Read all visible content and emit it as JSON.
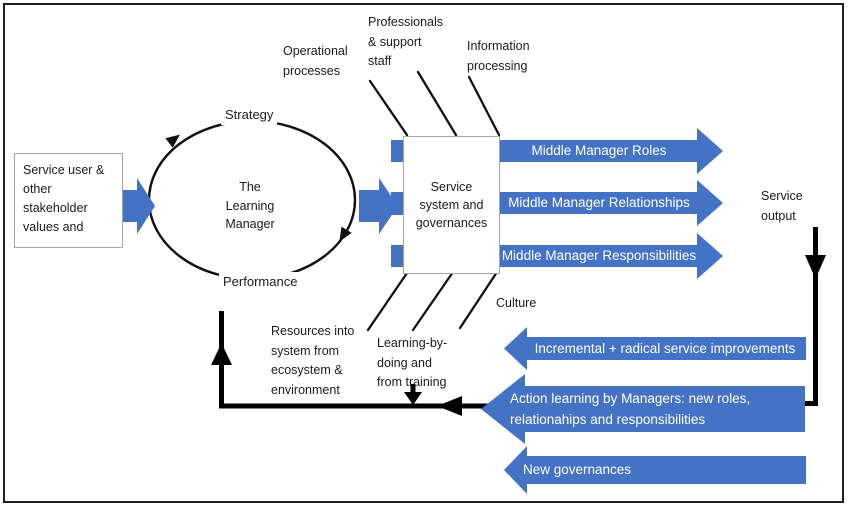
{
  "left_box": {
    "lines": [
      "Service user &",
      "other",
      "stakeholder",
      "values and"
    ]
  },
  "cycle": {
    "strategy": "Strategy",
    "performance": "Performance",
    "center": [
      "The",
      "Learning",
      "Manager"
    ]
  },
  "system_box": {
    "lines": [
      "Service",
      "system and",
      "governances"
    ]
  },
  "top_inputs": {
    "operational": [
      "Operational",
      "processes"
    ],
    "professionals": [
      "Professionals",
      "& support",
      "staff"
    ],
    "information": [
      "Information",
      "processing"
    ]
  },
  "bottom_inputs": {
    "resources": [
      "Resources into",
      "system from",
      "ecosystem &",
      "environment"
    ],
    "learning": [
      "Learning-by-",
      "doing and",
      "from training"
    ],
    "culture": "Culture"
  },
  "manager_arrows": [
    "Middle Manager Roles",
    "Middle Manager Relationships",
    "Middle Manager Responsibilities"
  ],
  "service_output": [
    "Service",
    "output"
  ],
  "feedback_arrows": {
    "improvements": "Incremental + radical service improvements",
    "action_learning": [
      "Action learning by Managers: new roles,",
      "relationahips and responsibilities"
    ],
    "governances": "New governances"
  },
  "colors": {
    "arrow_blue": "#4472C4",
    "text_on_blue": "#FFFFFF",
    "line_black": "#000000",
    "box_border": "#A6A6A6"
  }
}
